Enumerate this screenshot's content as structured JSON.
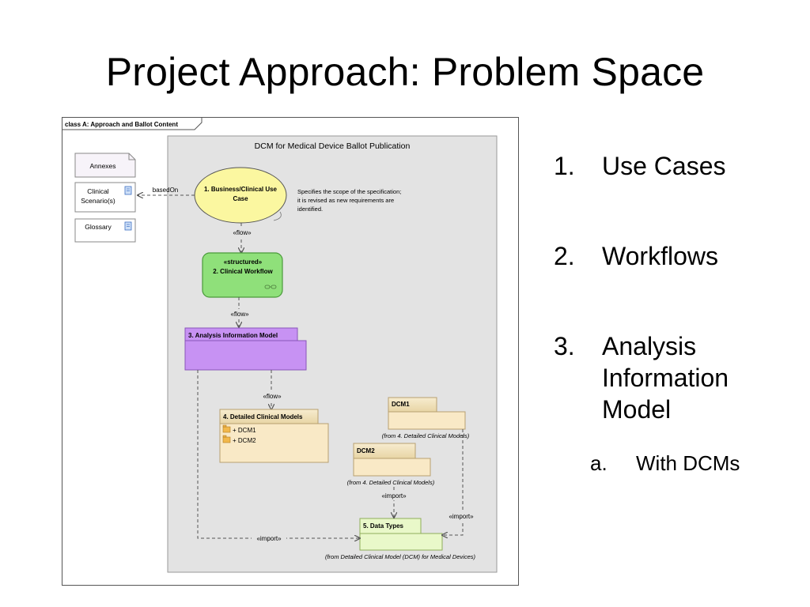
{
  "slide": {
    "title": "Project Approach: Problem Space"
  },
  "diagram": {
    "frame_label": "class A: Approach and Ballot Content",
    "package_title": "DCM for Medical Device Ballot Publication",
    "side_notes": {
      "annexes": "Annexes",
      "clinical_line1": "Clinical",
      "clinical_line2": "Scenario(s)",
      "glossary": "Glossary"
    },
    "based_on_label": "basedOn",
    "use_case": {
      "line1": "1. Business/Clinical Use",
      "line2": "Case"
    },
    "note": {
      "line1": "Specifies the scope of the specification;",
      "line2": "it is revised as new requirements are",
      "line3": "identified."
    },
    "workflow": {
      "stereotype": "«structured»",
      "name": "2. Clinical Workflow"
    },
    "analysis_model": "3. Analysis Information Model",
    "detailed_models": {
      "title": "4. Detailed Clinical Models",
      "item1": "+ DCM1",
      "item2": "+ DCM2"
    },
    "dcm1": {
      "name": "DCM1",
      "from": "(from 4. Detailed Clinical Models)"
    },
    "dcm2": {
      "name": "DCM2",
      "from": "(from 4. Detailed Clinical Models)"
    },
    "data_types": {
      "name": "5. Data Types",
      "from": "(from Detailed Clinical Model (DCM) for Medical Devices)"
    },
    "connectors": {
      "flow1": "«flow»",
      "flow2": "«flow»",
      "flow3": "«flow»",
      "import_left": "«import»",
      "import_mid": "«import»",
      "import_right": "«import»"
    },
    "colors": {
      "package_fill": "#e3e3e3",
      "use_case_fill": "#fbf7a0",
      "workflow_fill": "#8fe07a",
      "analysis_fill": "#c792f3",
      "package_tab_fill": "#f9e9c6",
      "data_types_fill": "#e9f8c9"
    }
  },
  "bullets": [
    {
      "num": "1.",
      "text": "Use Cases"
    },
    {
      "num": "2.",
      "text": "Workflows"
    },
    {
      "num": "3.",
      "text": "Analysis Information Model"
    }
  ],
  "sub_bullets": [
    {
      "num": "a.",
      "text": "With DCMs"
    }
  ]
}
